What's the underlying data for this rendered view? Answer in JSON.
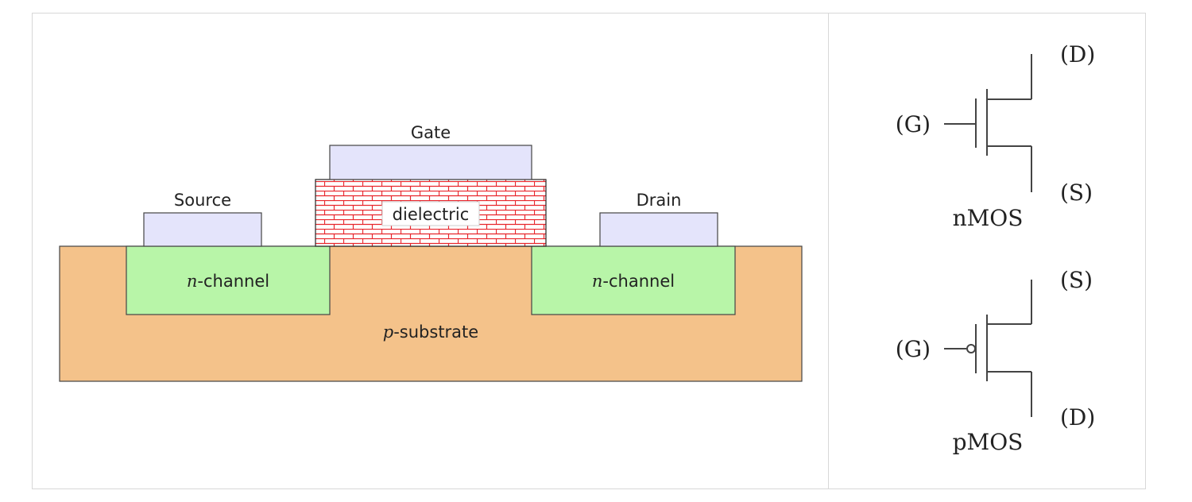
{
  "cross_section": {
    "gate_label": "Gate",
    "source_label": "Source",
    "drain_label": "Drain",
    "dielectric_label": "dielectric",
    "channel_left": {
      "var": "n",
      "suffix": "-channel"
    },
    "channel_right": {
      "var": "n",
      "suffix": "-channel"
    },
    "substrate": {
      "var": "p",
      "suffix": "-substrate"
    },
    "colors": {
      "substrate": "#f4c28a",
      "channel": "#b8f5a8",
      "contact": "#e4e4fb",
      "brick": "#e8262c"
    }
  },
  "symbols": {
    "nmos": {
      "name": "nMOS",
      "gate": "(G)",
      "top": "(D)",
      "bottom": "(S)"
    },
    "pmos": {
      "name": "pMOS",
      "gate": "(G)",
      "top": "(S)",
      "bottom": "(D)"
    }
  }
}
